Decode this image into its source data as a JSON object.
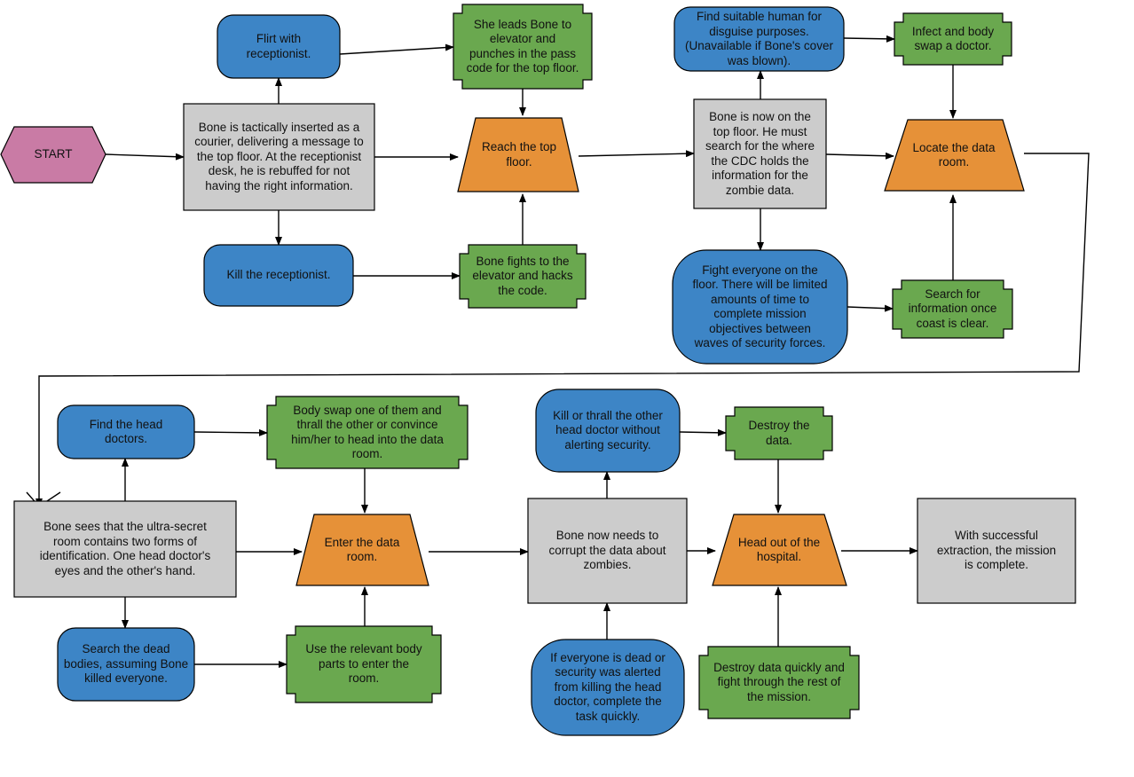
{
  "nodes": {
    "start": "START",
    "courier": "Bone is tactically inserted as a courier, delivering a message to the top floor. At the receptionist desk, he is rebuffed for not having the right information.",
    "flirt": "Flirt with receptionist.",
    "kill_receptionist": "Kill the receptionist.",
    "leads_elevator": "She leads Bone to elevator and punches in the pass code for the top floor.",
    "fights_elevator": "Bone fights to the elevator and hacks the code.",
    "reach_top": "Reach the top floor.",
    "top_floor_search": "Bone is now on the top floor. He must search for the where the CDC holds the information for the zombie data.",
    "find_human": "Find suitable human for disguise purposes. (Unavailable if Bone's cover was blown).",
    "fight_everyone": "Fight everyone on the floor. There will be limited amounts of time to complete mission objectives between waves of security forces.",
    "infect_swap": "Infect and body swap a doctor.",
    "search_info": "Search for information once coast is clear.",
    "locate_data_room": "Locate the data room.",
    "two_forms": "Bone sees that the ultra-secret room contains two forms of identification. One head doctor's eyes and the other's hand.",
    "find_head_doctors": "Find the head doctors.",
    "search_bodies": "Search the dead bodies, assuming Bone killed everyone.",
    "body_swap_thrall": "Body swap one of them and thrall the other or convince him/her to head into the data room.",
    "use_body_parts": "Use the relevant body parts to enter the room.",
    "enter_data_room": "Enter the data room.",
    "corrupt_data": "Bone now needs to corrupt the data about zombies.",
    "kill_thrall_other": "Kill or thrall the other head doctor without alerting security.",
    "everyone_dead": "If everyone is dead or security was alerted from killing the head doctor, complete the task quickly.",
    "destroy_data": "Destroy the data.",
    "destroy_quickly": "Destroy data quickly and fight through the rest of the mission.",
    "head_out": "Head out of the hospital.",
    "mission_complete": "With successful extraction, the mission is complete."
  },
  "colors": {
    "start": "#c97ba5",
    "process_gray": "#cccccc",
    "choice_blue": "#3d85c6",
    "outcome_green": "#6aa84f",
    "milestone_orange": "#e69138",
    "stroke": "#000000"
  }
}
